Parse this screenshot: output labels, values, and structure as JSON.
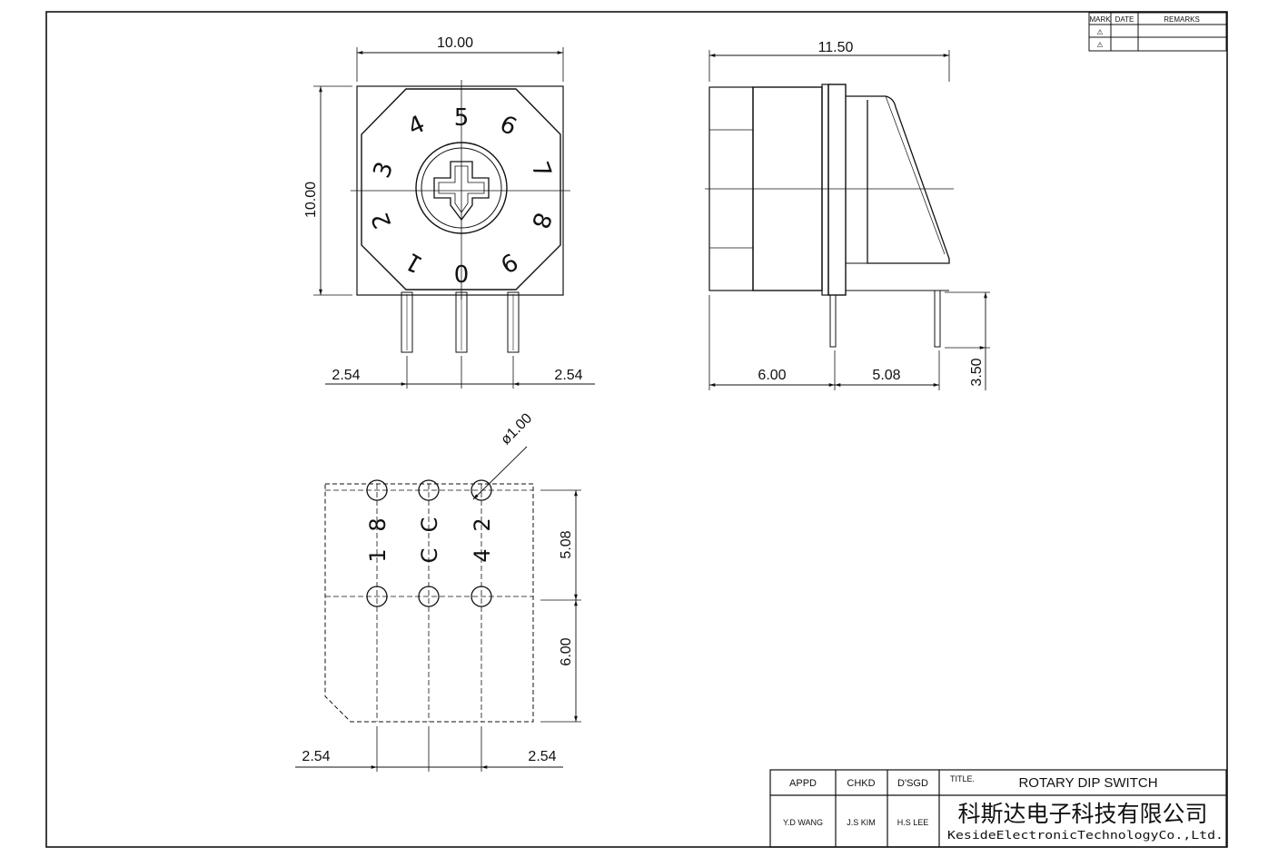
{
  "front_view": {
    "width_dim": "10.00",
    "height_dim": "10.00",
    "pitch_left": "2.54",
    "pitch_right": "2.54",
    "dial_numbers": [
      "0",
      "1",
      "2",
      "3",
      "4",
      "5",
      "6",
      "7",
      "8",
      "9"
    ]
  },
  "side_view": {
    "width_dim": "11.50",
    "dim_a": "6.00",
    "dim_b": "5.08",
    "pin_length": "3.50"
  },
  "footprint": {
    "hole_dia": "ø1.00",
    "row_pitch": "5.08",
    "edge_dim": "6.00",
    "pitch_left": "2.54",
    "pitch_right": "2.54",
    "pin_labels": [
      "1",
      "8",
      "C",
      "C",
      "4",
      "2"
    ]
  },
  "revision_table": {
    "headers": [
      "MARK",
      "DATE",
      "REMARKS"
    ],
    "marks": [
      "⚠",
      "⚠"
    ]
  },
  "title_block": {
    "appd_label": "APPD",
    "chkd_label": "CHKD",
    "dsgd_label": "D'SGD",
    "title_label": "TITLE.",
    "title": "ROTARY DIP SWITCH",
    "appd_name": "Y.D WANG",
    "chkd_name": "J.S KIM",
    "dsgd_name": "H.S LEE",
    "company_cn": "科斯达电子科技有限公司",
    "company_en": "KesideElectronicTechnologyCo.,Ltd."
  }
}
